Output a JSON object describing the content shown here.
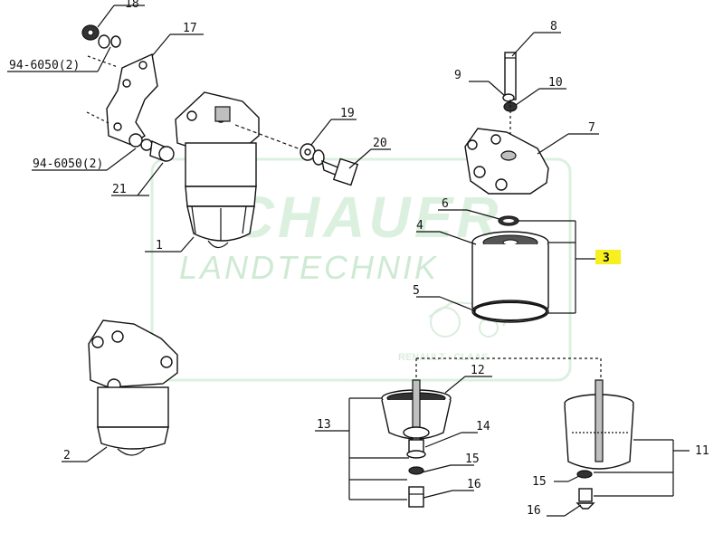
{
  "watermark": {
    "brand": "SCHAUER",
    "subtitle": "LANDTECHNIK",
    "logo_text": "RENAULT · CLAAS"
  },
  "labels": {
    "l18": "18",
    "l17": "17",
    "l94a": "94-6050(2)",
    "l94b": "94-6050(2)",
    "l21": "21",
    "l19": "19",
    "l20": "20",
    "l1": "1",
    "l2": "2",
    "l8": "8",
    "l9": "9",
    "l10": "10",
    "l7": "7",
    "l6": "6",
    "l4": "4",
    "l3": "3",
    "l5": "5",
    "l12": "12",
    "l13": "13",
    "l14": "14",
    "l15a": "15",
    "l16a": "16",
    "l11": "11",
    "l15b": "15",
    "l16b": "16"
  },
  "colors": {
    "highlight": "#f7f01e",
    "watermark": "#c9e8cf"
  }
}
